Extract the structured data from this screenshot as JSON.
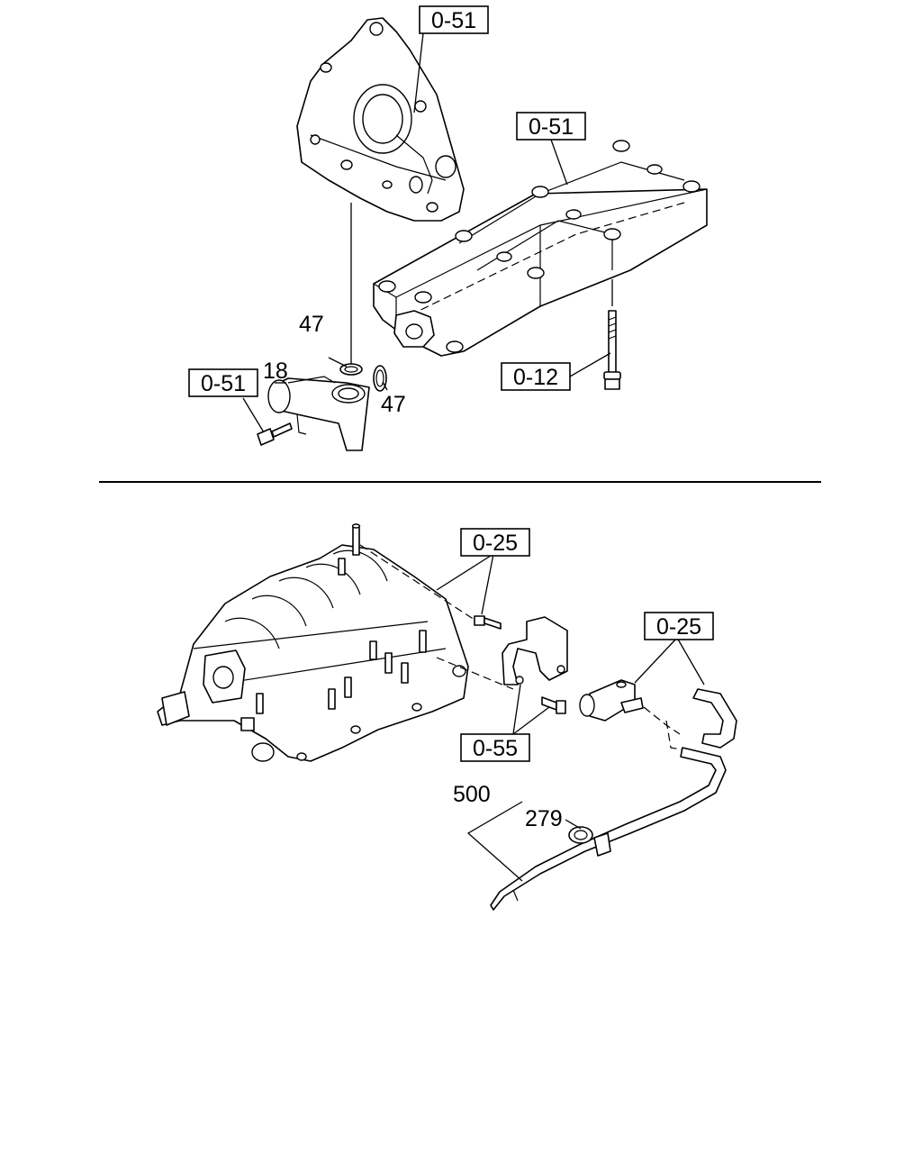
{
  "labels": {
    "top_cover_ref": "0-51",
    "top_manifold_ref": "0-51",
    "top_bolt_ref": "0-51",
    "top_long_bolt_ref": "0-12",
    "part_18": "18",
    "part_47_a": "47",
    "part_47_b": "47",
    "bottom_bolt_ref_a": "0-25",
    "bottom_bolt_ref_b": "0-25",
    "bottom_bracket_ref": "0-55",
    "part_500": "500",
    "part_279": "279"
  }
}
